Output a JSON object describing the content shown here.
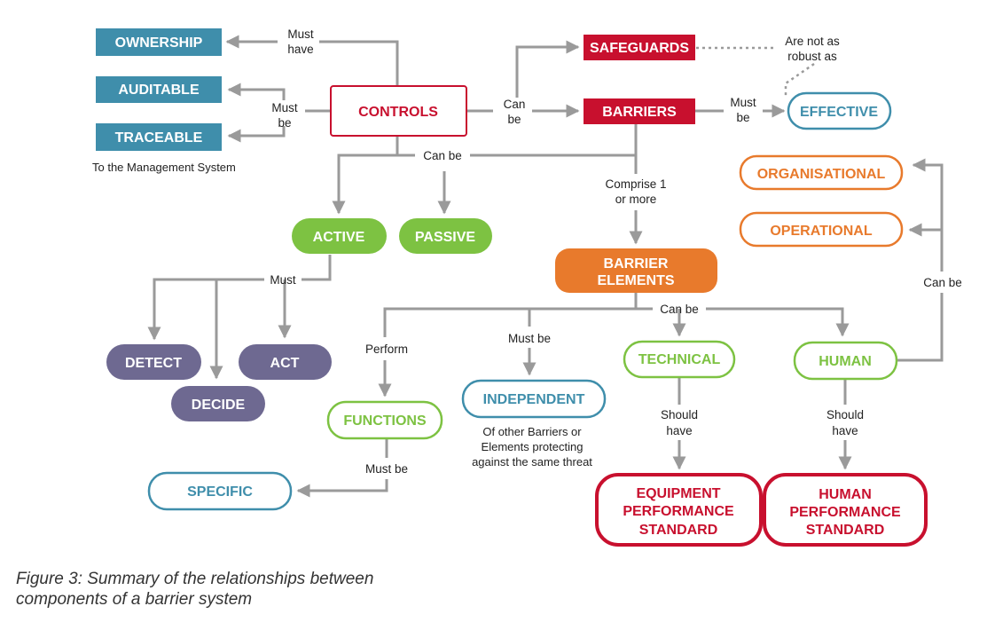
{
  "colors": {
    "blue": "#3f8eab",
    "crimson": "#c8102e",
    "green": "#7dc242",
    "purple": "#6e6991",
    "orange": "#e87a2c",
    "line": "#9a9a9a",
    "text_dark": "#222222"
  },
  "nodes": {
    "ownership": "OWNERSHIP",
    "auditable": "AUDITABLE",
    "traceable": "TRACEABLE",
    "controls": "CONTROLS",
    "safeguards": "SAFEGUARDS",
    "barriers": "BARRIERS",
    "effective": "EFFECTIVE",
    "organisational": "ORGANISATIONAL",
    "operational": "OPERATIONAL",
    "active": "ACTIVE",
    "passive": "PASSIVE",
    "barrier_elements_1": "BARRIER",
    "barrier_elements_2": "ELEMENTS",
    "detect": "DETECT",
    "act": "ACT",
    "decide": "DECIDE",
    "technical": "TECHNICAL",
    "human": "HUMAN",
    "functions": "FUNCTIONS",
    "independent": "INDEPENDENT",
    "specific": "SPECIFIC",
    "equipment_1": "EQUIPMENT",
    "equipment_2": "PERFORMANCE",
    "equipment_3": "STANDARD",
    "human_std_1": "HUMAN",
    "human_std_2": "PERFORMANCE",
    "human_std_3": "STANDARD"
  },
  "labels": {
    "must_have_1": "Must",
    "must_have_2": "have",
    "must_be_1": "Must",
    "must_be_2": "be",
    "can_be_ctrl_1": "Can",
    "can_be_ctrl_2": "be",
    "not_robust_1": "Are not as",
    "not_robust_2": "robust as",
    "must_be_barr_1": "Must",
    "must_be_barr_2": "be",
    "can_be_controls": "Can be",
    "comprise_1": "Comprise 1",
    "comprise_2": "or more",
    "must_active": "Must",
    "can_be_right": "Can be",
    "can_be_elements": "Can be",
    "perform": "Perform",
    "must_be_indep": "Must be",
    "should_have_tech_1": "Should",
    "should_have_tech_2": "have",
    "should_have_human_1": "Should",
    "should_have_human_2": "have",
    "must_be_func": "Must be"
  },
  "notes": {
    "management_system": "To the Management System",
    "independent_note_1": "Of other Barriers or",
    "independent_note_2": "Elements protecting",
    "independent_note_3": "against the same threat"
  },
  "caption": {
    "line1": "Figure 3: Summary of the relationships between",
    "line2": "components of a barrier system"
  }
}
